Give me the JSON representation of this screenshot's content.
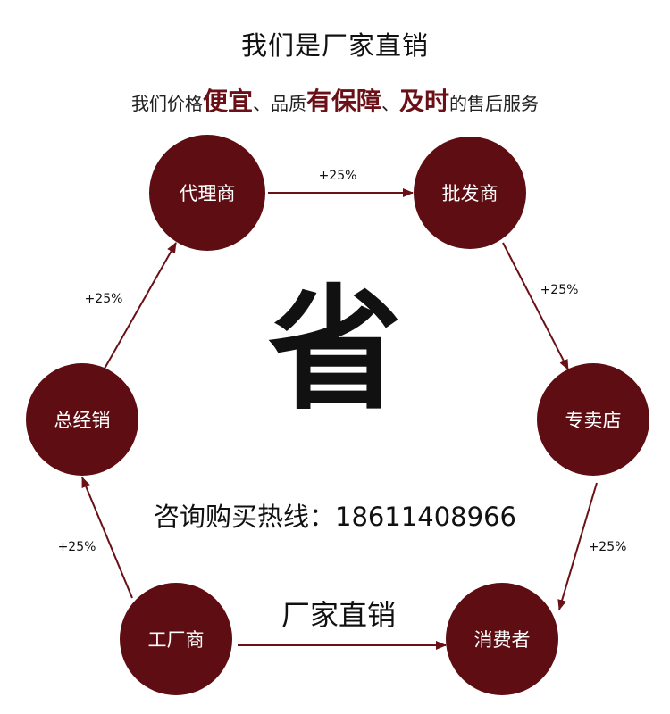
{
  "header": {
    "title": "我们是厂家直销",
    "subtitle_parts": [
      "我们价格",
      "便宜",
      "、品质",
      "有保障",
      "、",
      "及时",
      "的售后服务"
    ]
  },
  "nodes": [
    {
      "id": "agent",
      "label": "代理商"
    },
    {
      "id": "wholesaler",
      "label": "批发商"
    },
    {
      "id": "store",
      "label": "专卖店"
    },
    {
      "id": "consumer",
      "label": "消费者"
    },
    {
      "id": "factory",
      "label": "工厂商"
    },
    {
      "id": "distributor",
      "label": "总经销"
    }
  ],
  "edges": [
    {
      "from": "agent",
      "to": "wholesaler",
      "label": "+25%"
    },
    {
      "from": "wholesaler",
      "to": "store",
      "label": "+25%"
    },
    {
      "from": "store",
      "to": "consumer",
      "label": "+25%"
    },
    {
      "from": "factory",
      "to": "consumer",
      "label": ""
    },
    {
      "from": "factory",
      "to": "distributor",
      "label": "+25%"
    },
    {
      "from": "distributor",
      "to": "agent",
      "label": "+25%"
    }
  ],
  "center": {
    "character": "省",
    "hotline": "咨询购买热线：18611408966",
    "slogan": "厂家直销"
  },
  "colors": {
    "node_fill": "#5e0d12",
    "emphasis": "#6a1016",
    "text": "#111111"
  }
}
